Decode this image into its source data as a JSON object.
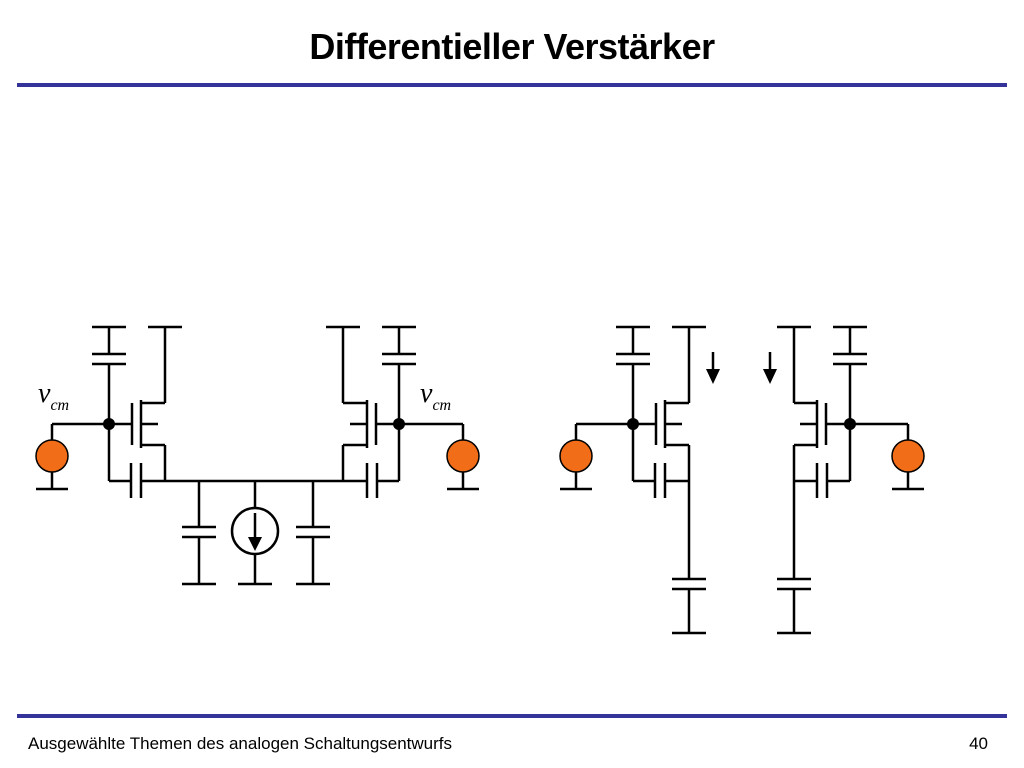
{
  "title": "Differentieller Verstärker",
  "footer": {
    "text": "Ausgewählte Themen des analogen Schaltungsentwurfs",
    "page_number": "40"
  },
  "circuit": {
    "left_input_label_main": "v",
    "left_input_label_sub": "cm",
    "right_input_label_main": "v",
    "right_input_label_sub": "cm",
    "source_color": "#f26d18",
    "wire_color": "#000000"
  },
  "colors": {
    "accent_rule": "#333399"
  }
}
